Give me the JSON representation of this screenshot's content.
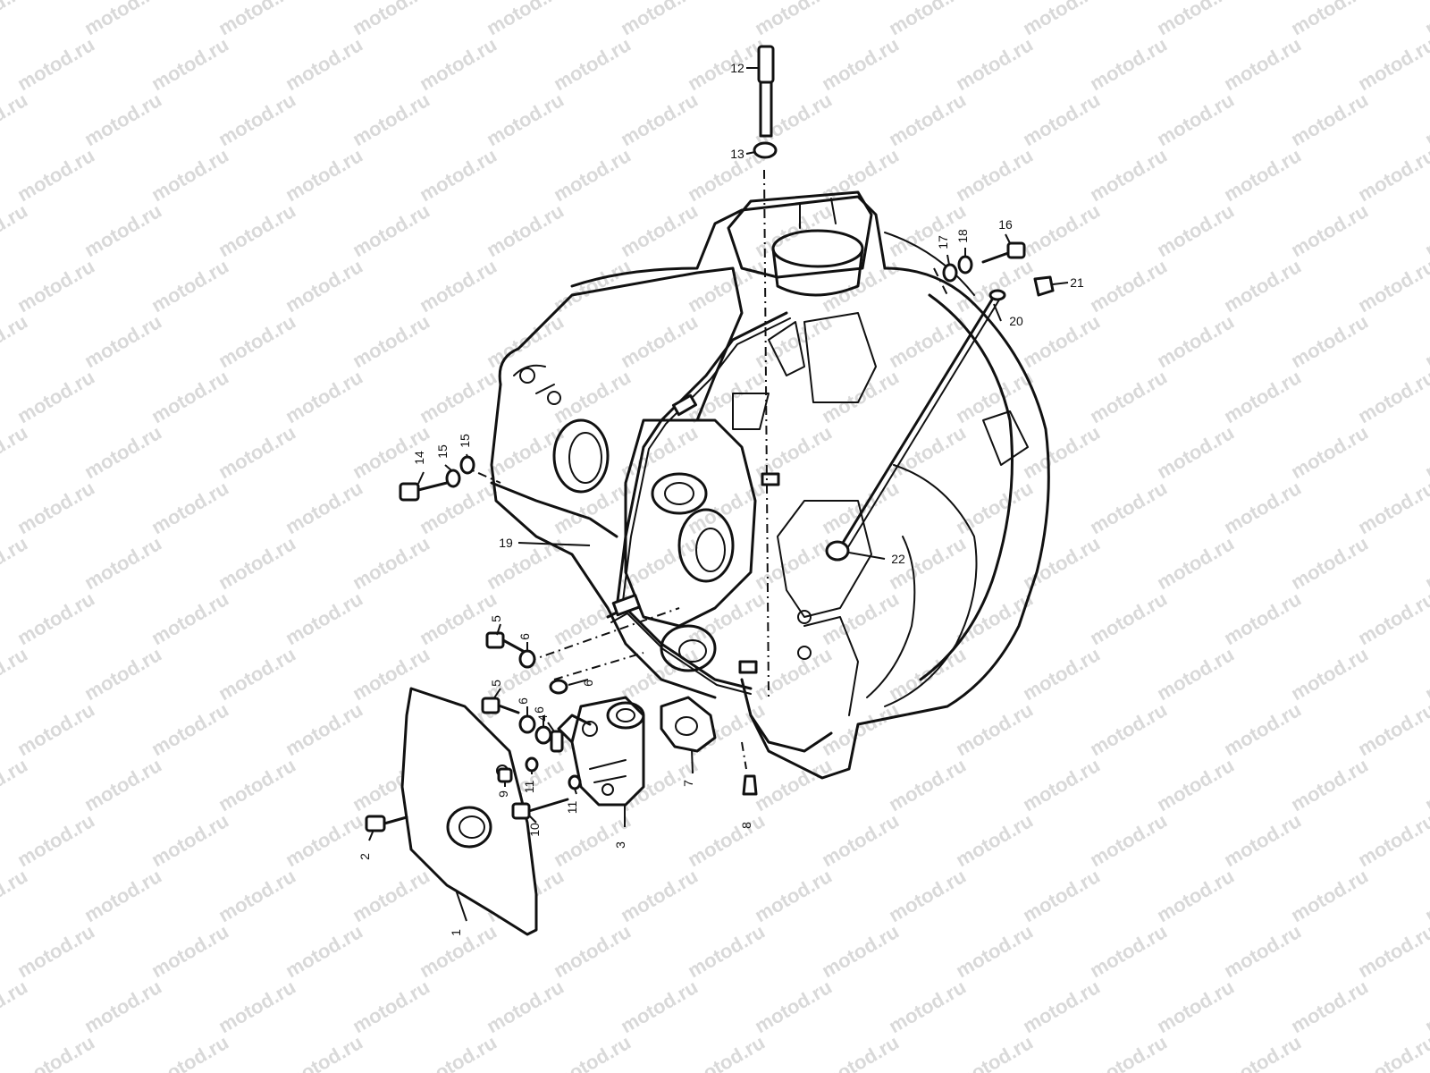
{
  "watermark": {
    "text": "motod.ru"
  },
  "callouts": [
    {
      "id": "c1",
      "label": "1"
    },
    {
      "id": "c2",
      "label": "2"
    },
    {
      "id": "c3",
      "label": "3"
    },
    {
      "id": "c4",
      "label": "4"
    },
    {
      "id": "c5a",
      "label": "5"
    },
    {
      "id": "c5b",
      "label": "5"
    },
    {
      "id": "c6a",
      "label": "6"
    },
    {
      "id": "c6b",
      "label": "6"
    },
    {
      "id": "c6c",
      "label": "6"
    },
    {
      "id": "c6d",
      "label": "6"
    },
    {
      "id": "c7",
      "label": "7"
    },
    {
      "id": "c8",
      "label": "8"
    },
    {
      "id": "c9",
      "label": "9"
    },
    {
      "id": "c10",
      "label": "10"
    },
    {
      "id": "c11a",
      "label": "11"
    },
    {
      "id": "c11b",
      "label": "11"
    },
    {
      "id": "c12",
      "label": "12"
    },
    {
      "id": "c13",
      "label": "13"
    },
    {
      "id": "c14",
      "label": "14"
    },
    {
      "id": "c15a",
      "label": "15"
    },
    {
      "id": "c15b",
      "label": "15"
    },
    {
      "id": "c16",
      "label": "16"
    },
    {
      "id": "c17",
      "label": "17"
    },
    {
      "id": "c18",
      "label": "18"
    },
    {
      "id": "c19",
      "label": "19"
    },
    {
      "id": "c20",
      "label": "20"
    },
    {
      "id": "c21",
      "label": "21"
    },
    {
      "id": "c22",
      "label": "22"
    }
  ]
}
